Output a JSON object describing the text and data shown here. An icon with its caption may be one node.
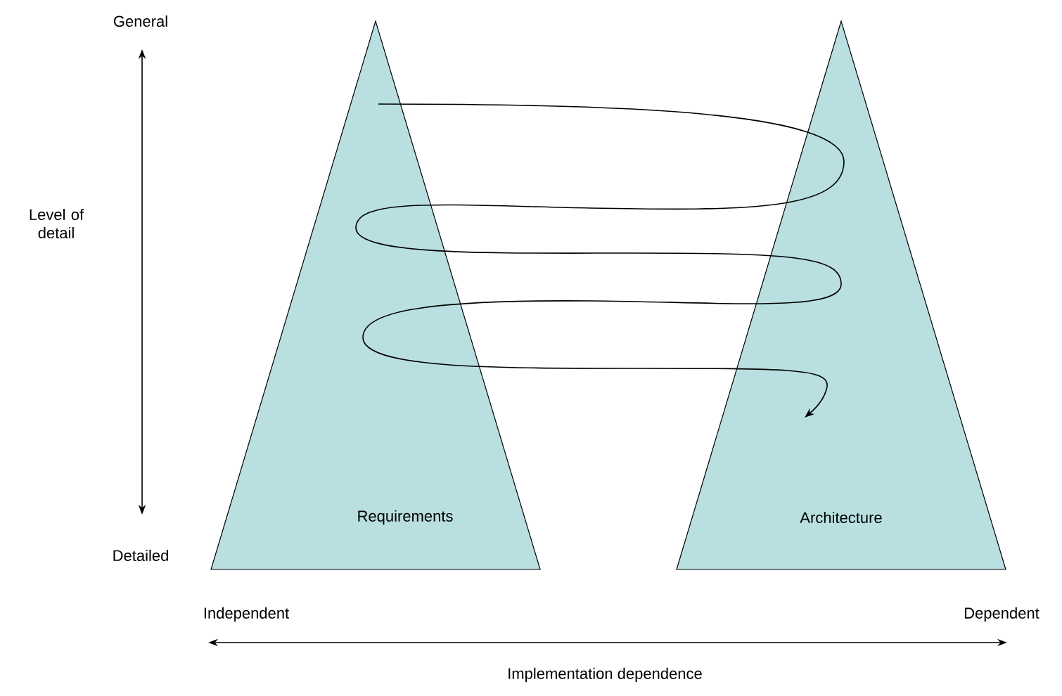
{
  "diagram": {
    "nodes": [
      {
        "text": [
          "Requirements"
        ]
      },
      {
        "text": [
          "Architecture"
        ]
      }
    ],
    "edges": [
      {
        "from": 0,
        "to": 1,
        "arrow": "to"
      }
    ],
    "labels": [
      "General",
      "Level of detail",
      "Detailed",
      "Independent",
      "Dependent",
      "Implementation dependence"
    ]
  }
}
